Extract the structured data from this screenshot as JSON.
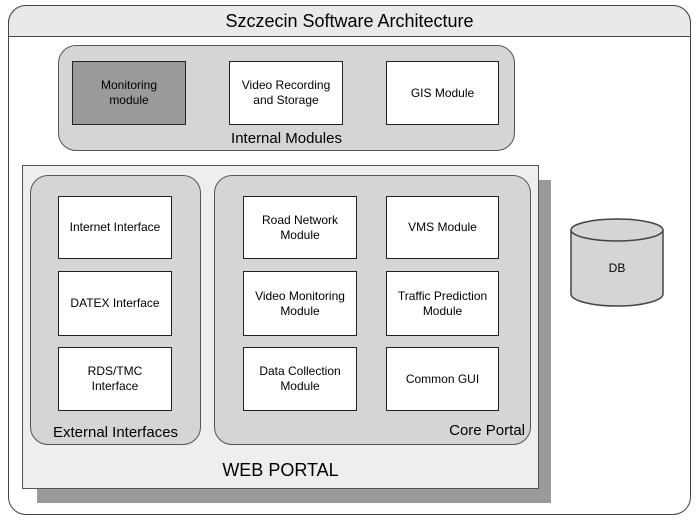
{
  "title": "Szczecin Software Architecture",
  "internal": {
    "label": "Internal Modules",
    "modules": [
      "Monitoring\nmodule",
      "Video Recording\nand Storage",
      "GIS Module"
    ]
  },
  "portal": {
    "label": "WEB PORTAL",
    "external": {
      "label": "External Interfaces",
      "items": [
        "Internet Interface",
        "DATEX Interface",
        "RDS/TMC\nInterface"
      ]
    },
    "core": {
      "label": "Core Portal",
      "items": [
        "Road Network\nModule",
        "VMS Module",
        "Video Monitoring\nModule",
        "Traffic Prediction\nModule",
        "Data Collection\nModule",
        "Common GUI"
      ]
    }
  },
  "db": {
    "label": "DB"
  },
  "colors": {
    "group_fill": "#d5d5d5",
    "portal_fill": "#eeeeee",
    "shadow": "#9a9a9a",
    "highlight_module": "#9a9a9a"
  }
}
